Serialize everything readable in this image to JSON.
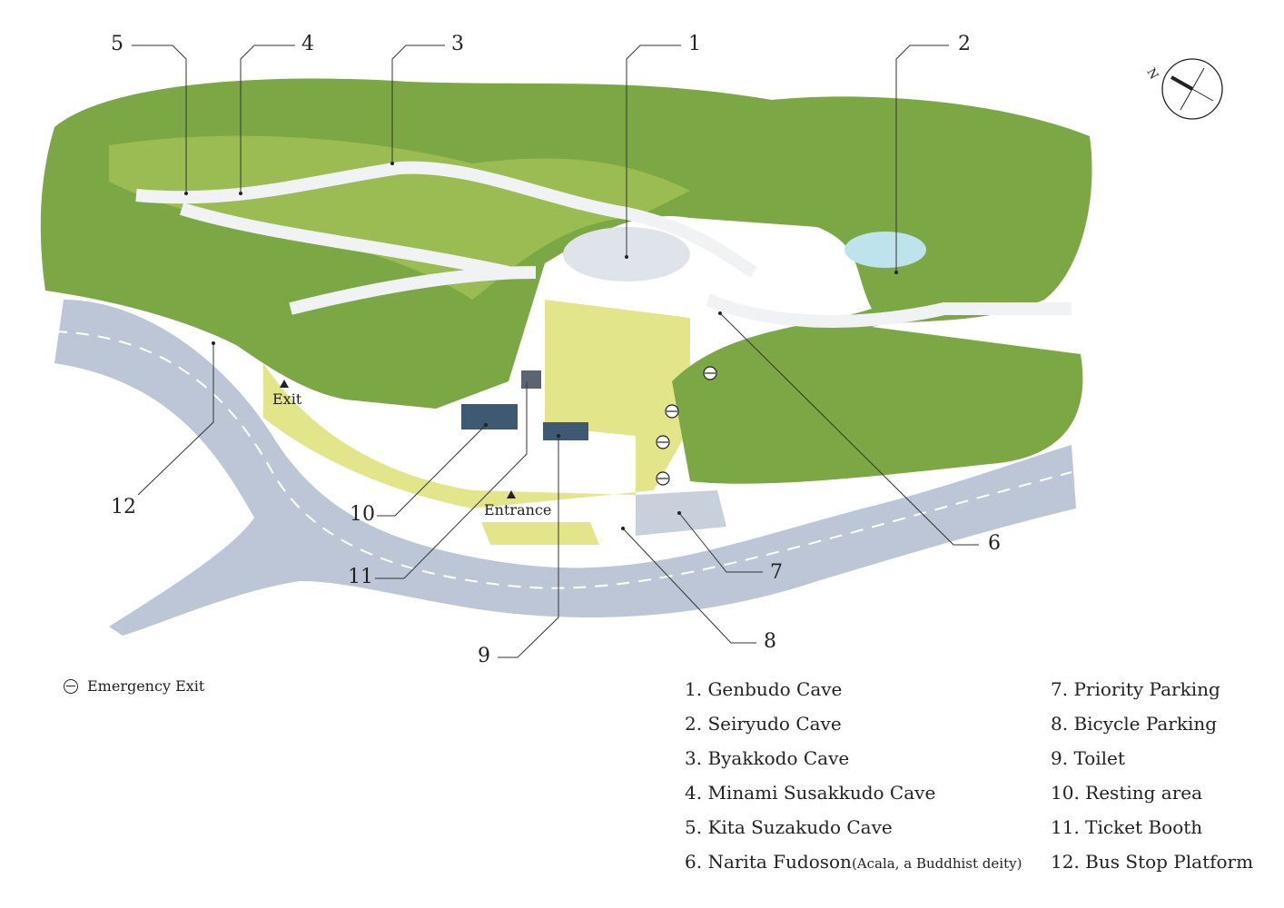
{
  "colors": {
    "forest": "#6f9a3e",
    "forest_light": "#a9c55a",
    "lawn": "#e3e58a",
    "road": "#b9c3d4",
    "path": "#f1f2f4",
    "water": "#bfe3ec"
  },
  "callouts": [
    "1",
    "2",
    "3",
    "4",
    "5",
    "6",
    "7",
    "8",
    "9",
    "10",
    "11",
    "12"
  ],
  "map_labels": {
    "exit": "Exit",
    "entrance": "Entrance"
  },
  "compass": {
    "north_label": "N"
  },
  "emergency_exit": {
    "label": "Emergency Exit",
    "icon": "emergency-exit-icon"
  },
  "legend_left": [
    "1. Genbudo Cave",
    "2. Seiryudo Cave",
    "3. Byakkodo Cave",
    "4. Minami Susakkudo Cave",
    "5. Kita Suzakudo Cave",
    "6. Narita Fudoson"
  ],
  "legend_left_note": "(Acala, a Buddhist deity)",
  "legend_right": [
    "7. Priority Parking",
    "8. Bicycle Parking",
    "9. Toilet",
    "10. Resting area",
    "11. Ticket Booth",
    "12. Bus Stop Platform"
  ]
}
